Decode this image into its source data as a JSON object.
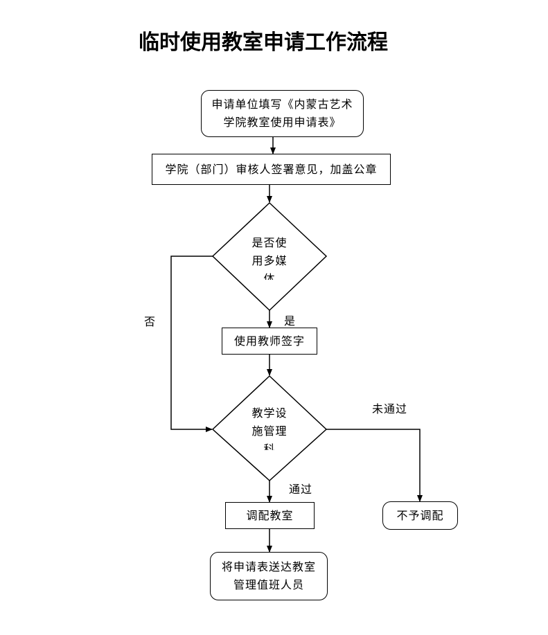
{
  "title": "临时使用教室申请工作流程",
  "nodes": {
    "fill_form": "申请单位填写《内蒙古艺术学院教室使用申请表》",
    "dept_review": "学院（部门）审核人签署意见，加盖公章",
    "multimedia_decision": "是否使用多媒体",
    "teacher_sign": "使用教师签字",
    "facility_review": "教学设施管理科",
    "assign_room": "调配教室",
    "send_form": "将申请表送达教室管理值班人员",
    "no_assign": "不予调配"
  },
  "edge_labels": {
    "yes": "是",
    "no": "否",
    "approved": "通过",
    "not_approved": "未通过"
  }
}
